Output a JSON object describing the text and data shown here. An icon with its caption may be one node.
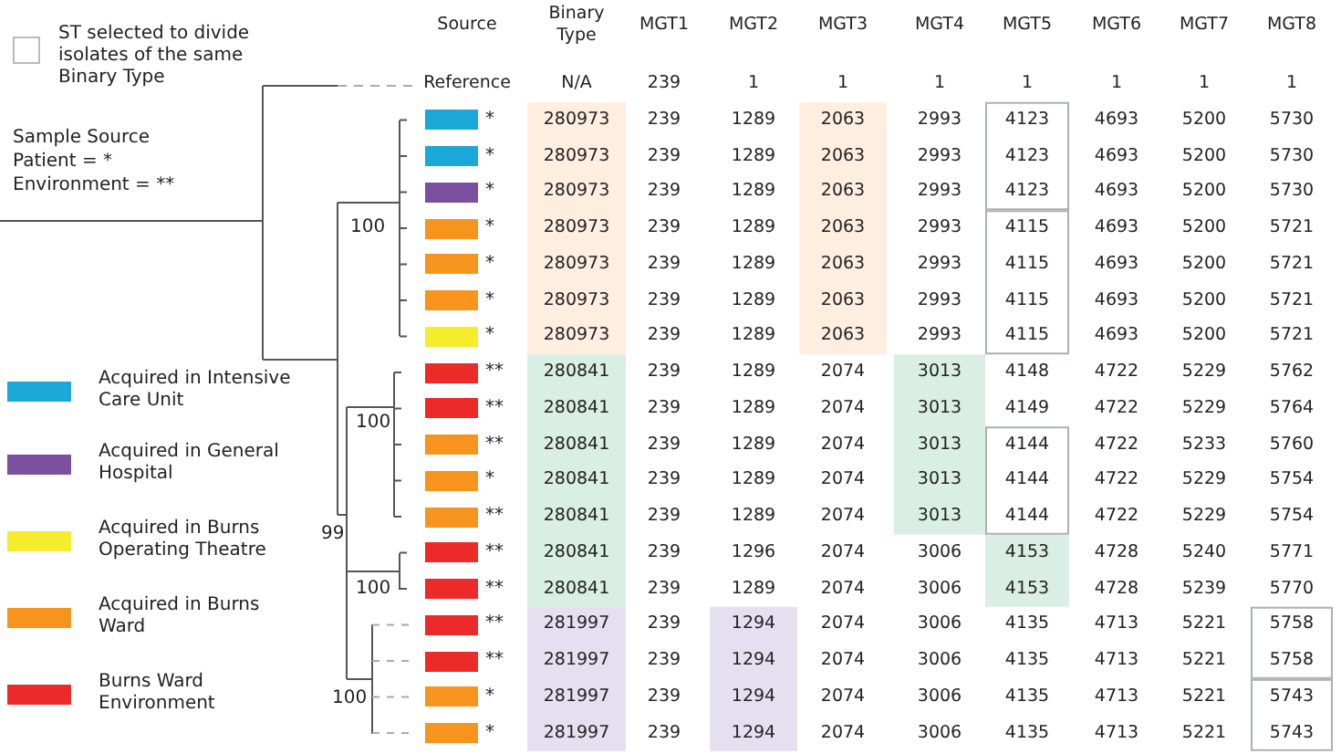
{
  "diagram": {
    "labels": [
      "Sample Source",
      "Patient = *",
      "Environment = **",
      "Source",
      "Binary Type",
      "MGT1",
      "MGT2",
      "MGT3",
      "MGT4",
      "MGT5",
      "MGT6",
      "MGT7",
      "MGT8",
      "Reference",
      "N/A",
      "239",
      "1",
      "1",
      "1",
      "1",
      "1",
      "1",
      "1",
      "*",
      "280973",
      "239",
      "1289",
      "2063",
      "2993",
      "4123",
      "4693",
      "5200",
      "5730",
      "*",
      "280973",
      "239",
      "1289",
      "2063",
      "2993",
      "4123",
      "4693",
      "5200",
      "5730",
      "*",
      "280973",
      "239",
      "1289",
      "2063",
      "2993",
      "4123",
      "4693",
      "5200",
      "5730",
      "*",
      "280973",
      "239",
      "1289",
      "2063",
      "2993",
      "4115",
      "4693",
      "5200",
      "5721",
      "*",
      "280973",
      "239",
      "1289",
      "2063",
      "2993",
      "4115",
      "4693",
      "5200",
      "5721",
      "*",
      "280973",
      "239",
      "1289",
      "2063",
      "2993",
      "4115",
      "4693",
      "5200",
      "5721",
      "*",
      "280973",
      "239",
      "1289",
      "2063",
      "2993",
      "4115",
      "4693",
      "5200",
      "5721",
      "**",
      "280841",
      "239",
      "1289",
      "2074",
      "3013",
      "4148",
      "4722",
      "5229",
      "5762",
      "**",
      "280841",
      "239",
      "1289",
      "2074",
      "3013",
      "4149",
      "4722",
      "5229",
      "5764",
      "**",
      "280841",
      "239",
      "1289",
      "2074",
      "3013",
      "4144",
      "4722",
      "5233",
      "5760",
      "*",
      "280841",
      "239",
      "1289",
      "2074",
      "3013",
      "4144",
      "4722",
      "5229",
      "5754",
      "**",
      "280841",
      "239",
      "1289",
      "2074",
      "3013",
      "4144",
      "4722",
      "5229",
      "5754",
      "**",
      "280841",
      "239",
      "1296",
      "2074",
      "3006",
      "4153",
      "4728",
      "5240",
      "5771",
      "**",
      "280841",
      "239",
      "1289",
      "2074",
      "3006",
      "4153",
      "4728",
      "5239",
      "5770",
      "**",
      "281997",
      "239",
      "1294",
      "2074",
      "3006",
      "4135",
      "4713",
      "5221",
      "5758",
      "**",
      "281997",
      "239",
      "1294",
      "2074",
      "3006",
      "4135",
      "4713",
      "5221",
      "5758",
      "*",
      "281997",
      "239",
      "1294",
      "2074",
      "3006",
      "4135",
      "4713",
      "5221",
      "5743",
      "*",
      "281997",
      "239",
      "1294",
      "2074",
      "3006",
      "4135",
      "4713",
      "5221",
      "5743",
      "100",
      "100",
      "99",
      "100",
      "100"
    ],
    "legend": [
      {
        "text": "ST selected to divide isolates of the same Binary Type"
      },
      {
        "text": "Acquired in Intensive Care Unit",
        "color": "#1ba8d8"
      },
      {
        "text": "Acquired in General Hospital",
        "color": "#7b4fa0"
      },
      {
        "text": "Acquired in Burns Operating Theatre",
        "color": "#f5ec2c"
      },
      {
        "text": "Acquired in Burns Ward",
        "color": "#f7941e"
      },
      {
        "text": "Burns Ward Environment",
        "color": "#ec2a2a"
      }
    ]
  }
}
